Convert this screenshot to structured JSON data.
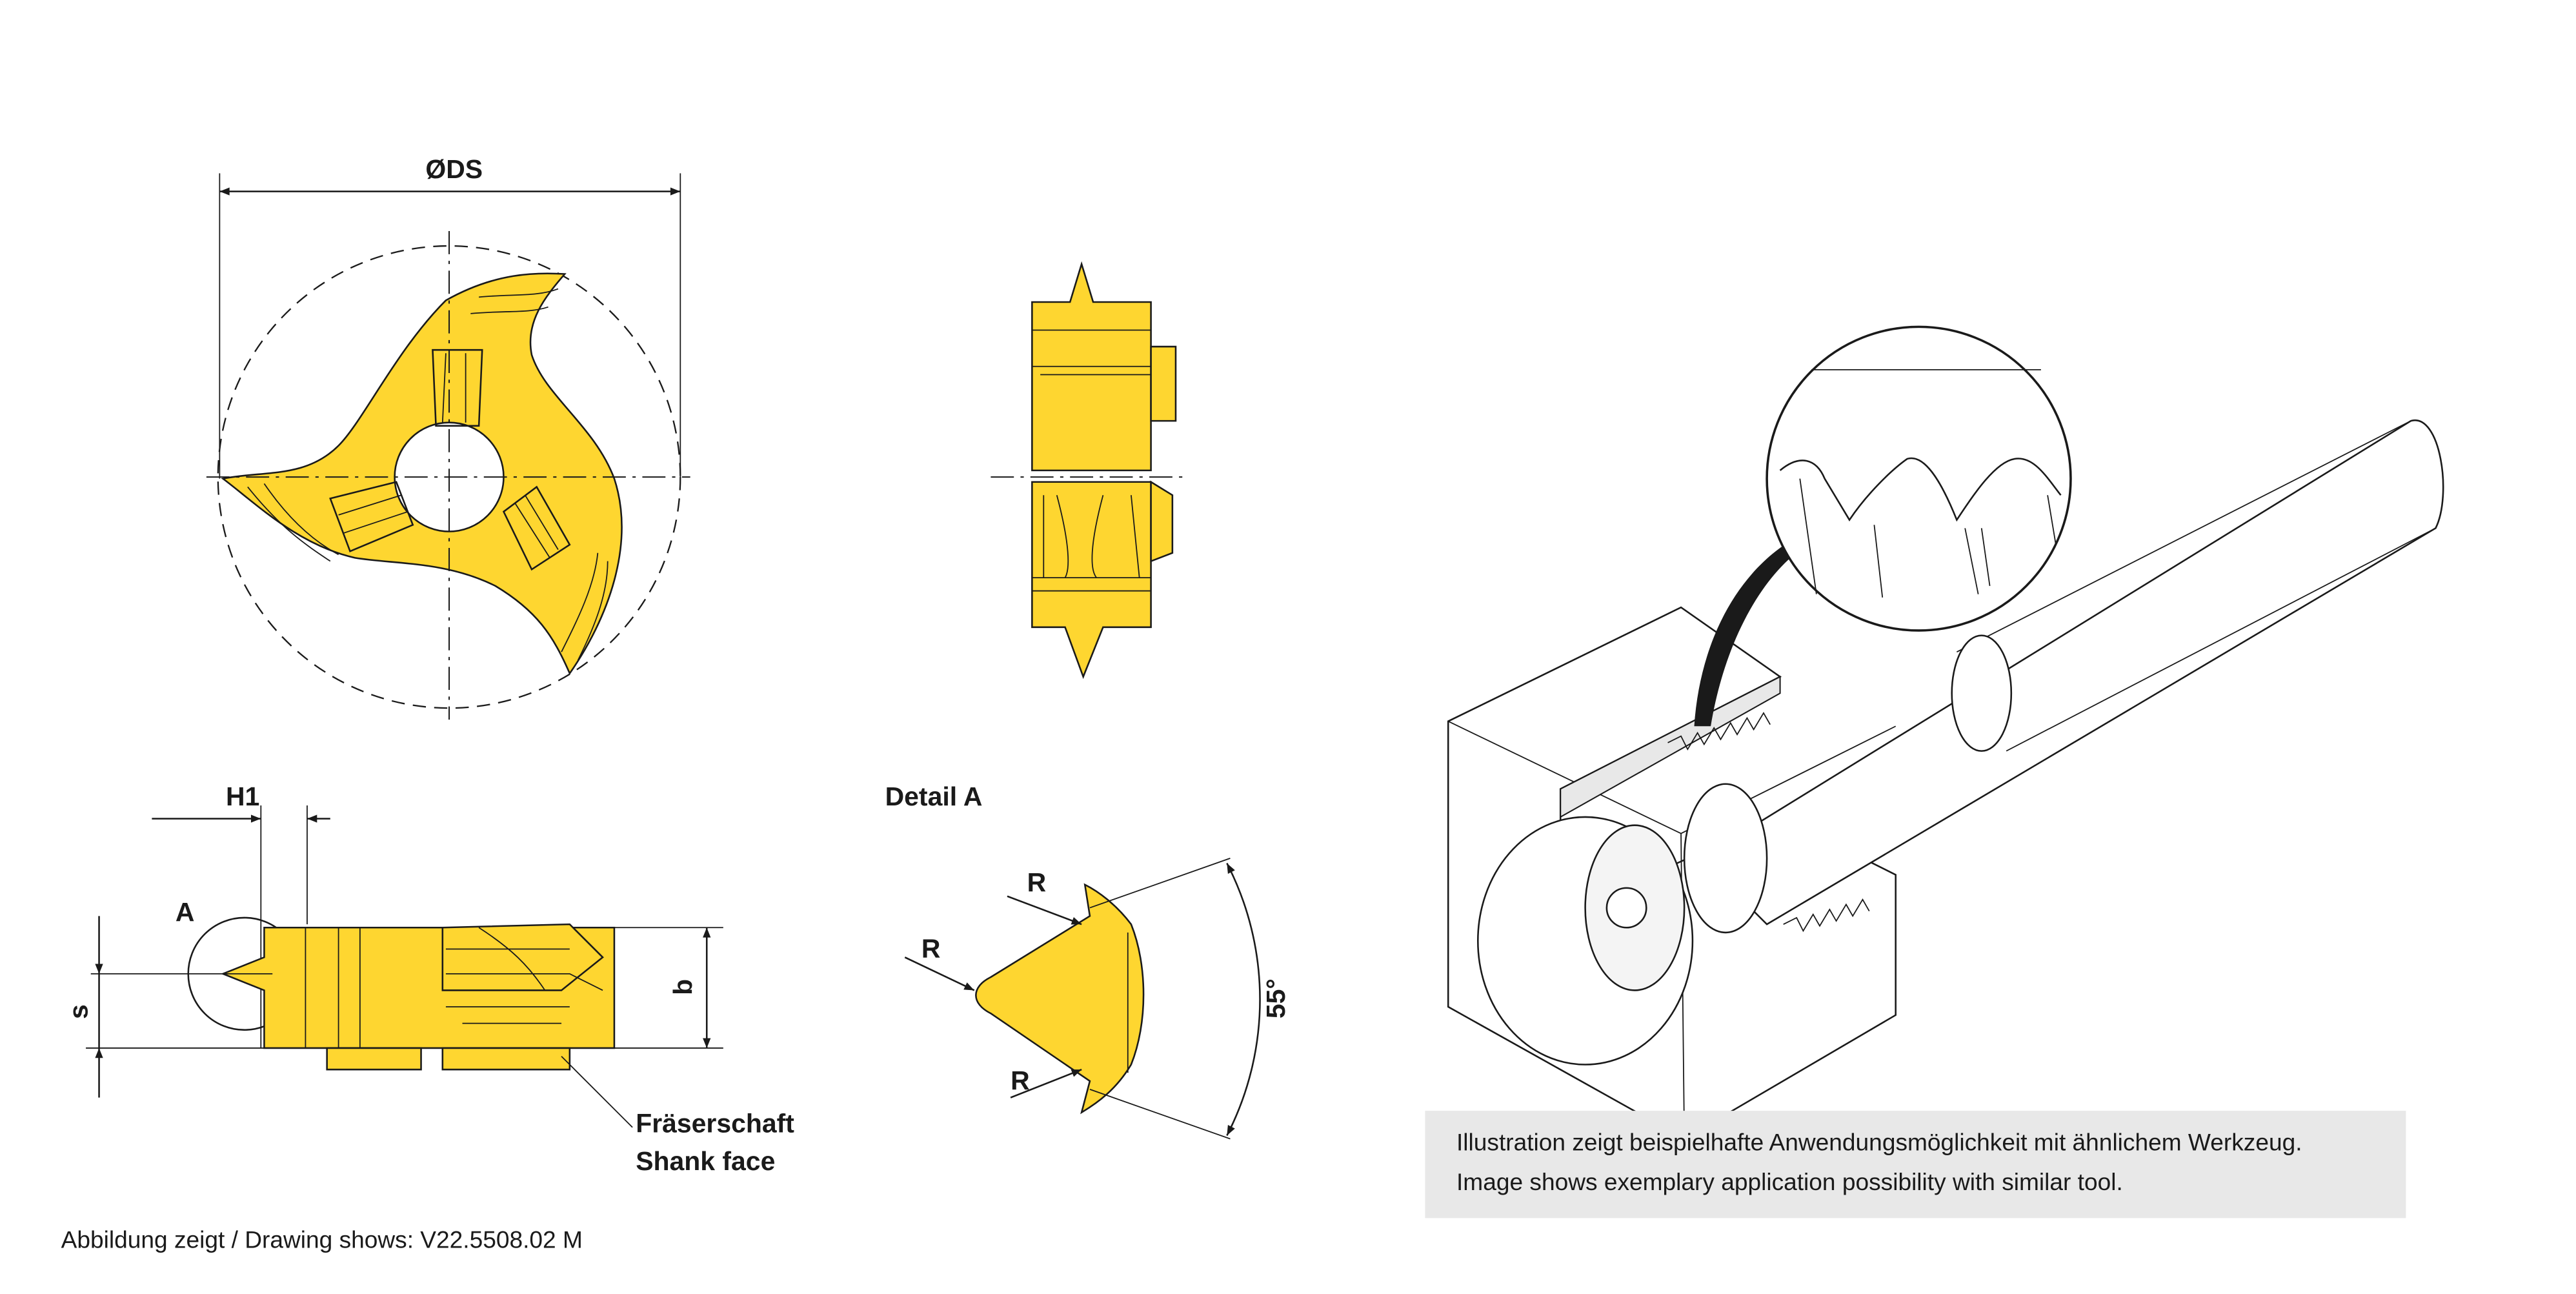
{
  "colors": {
    "carbide_yellow": "#fed630",
    "caption_bg": "#e8e8e8",
    "line": "#1a1a1a"
  },
  "labels": {
    "diameter": "ØDS",
    "h1": "H1",
    "detail_marker": "A",
    "s": "s",
    "b": "b",
    "detail_title": "Detail A",
    "radius": "R",
    "angle": "55°",
    "shank_face_de": "Fräserschaft",
    "shank_face_en": "Shank face"
  },
  "caption": {
    "line_de": "Illustration zeigt beispielhafte Anwendungsmöglichkeit mit ähnlichem Werkzeug.",
    "line_en": "Image shows exemplary application possibility with similar tool."
  },
  "footer": "Abbildung zeigt / Drawing shows: V22.5508.02 M"
}
